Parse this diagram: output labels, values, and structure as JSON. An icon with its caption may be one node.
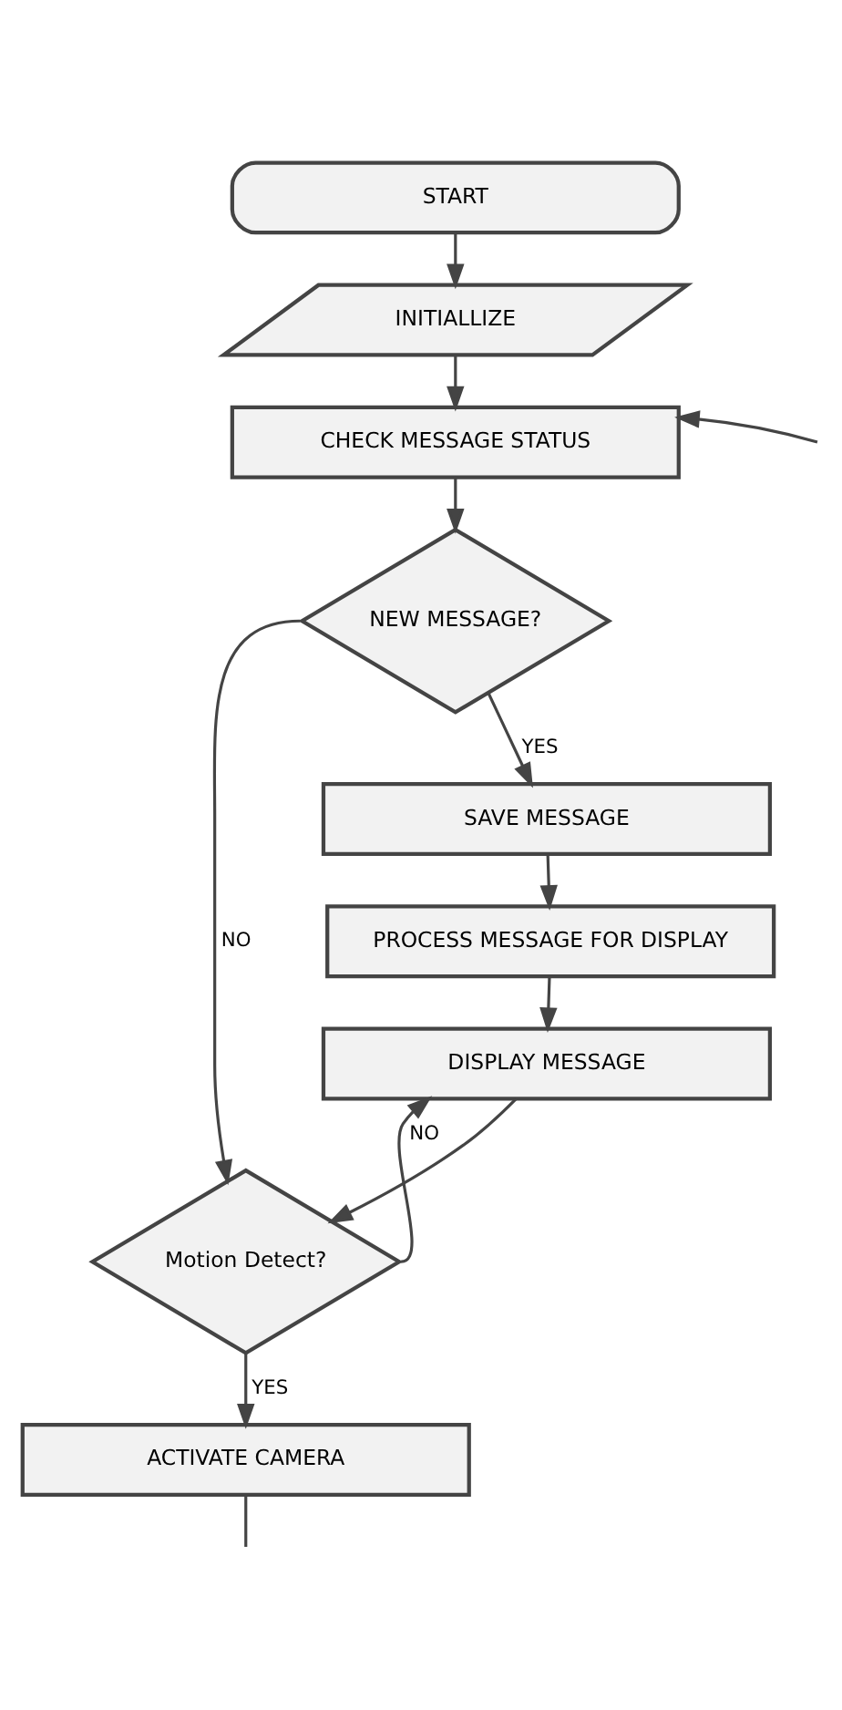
{
  "diagram": {
    "nodes": [
      {
        "text": [
          "START"
        ]
      },
      {
        "text": [
          "INITIALLIZE"
        ]
      },
      {
        "text": [
          "CHECK MESSAGE STATUS"
        ]
      },
      {
        "text": [
          "NEW MESSAGE?"
        ]
      },
      {
        "text": [
          "SAVE MESSAGE"
        ]
      },
      {
        "text": [
          "PROCESS MESSAGE FOR DISPLAY"
        ]
      },
      {
        "text": [
          "DISPLAY MESSAGE"
        ]
      },
      {
        "text": [
          "Motion Detect?"
        ]
      },
      {
        "text": [
          "ACTIVATE CAMERA"
        ]
      }
    ],
    "edges": [
      {
        "from": 0,
        "to": 1,
        "arrow": "to"
      },
      {
        "from": 1,
        "to": 2,
        "arrow": "to"
      },
      {
        "from": null,
        "to": 2,
        "arrow": "to"
      },
      {
        "from": 2,
        "to": 3,
        "arrow": "to"
      },
      {
        "from": 3,
        "to": 4,
        "label": "YES",
        "arrow": "to"
      },
      {
        "from": 3,
        "to": 7,
        "label": "NO",
        "arrow": "to"
      },
      {
        "from": 4,
        "to": 5,
        "arrow": "to"
      },
      {
        "from": 5,
        "to": 6,
        "arrow": "to"
      },
      {
        "from": 6,
        "to": 7,
        "arrow": "to"
      },
      {
        "from": 7,
        "to": 6,
        "label": "NO",
        "arrow": "to"
      },
      {
        "from": 7,
        "to": 8,
        "label": "YES",
        "arrow": "to"
      },
      {
        "from": 8,
        "to": null,
        "arrow": "none"
      }
    ]
  }
}
